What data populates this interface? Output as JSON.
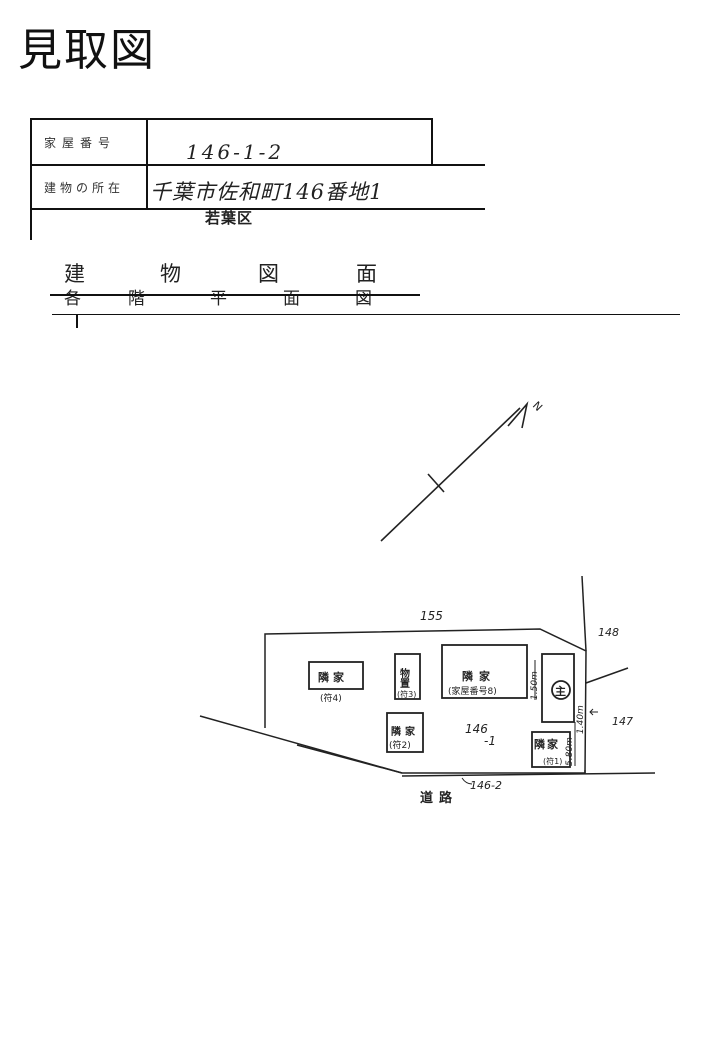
{
  "page": {
    "title": "見取図"
  },
  "form": {
    "house_number_label": "家屋番号",
    "house_number_value": "146-1-2",
    "location_label": "建物の所在",
    "location_value": "千葉市佐和町146番地1",
    "ward": "若葉区"
  },
  "heading": {
    "chars": [
      "建",
      "物",
      "図",
      "面"
    ],
    "struck_chars": [
      "各",
      "階",
      "平",
      "面",
      "図"
    ]
  },
  "plan": {
    "north": "N",
    "lot_numbers": {
      "top": "155",
      "right_top": "148",
      "right_bottom": "147",
      "main_lot": "146",
      "main_lot_sub": "-1",
      "bottom": "146-2"
    },
    "road": "道路",
    "buildings": {
      "b4_label": "隣家",
      "b4_sub": "(符4)",
      "b3_label": "物置",
      "b3_sub": "(符3)",
      "b2_label": "隣家",
      "b2_sub": "(符2)",
      "b8_label": "隣家",
      "b8_sub": "(家屋番号8)",
      "main": "主",
      "b1_label": "隣家",
      "b1_sub": "(符1)"
    },
    "dims": {
      "d1": "1.50m",
      "d2": "1.40m",
      "d3": "5.80m"
    }
  }
}
